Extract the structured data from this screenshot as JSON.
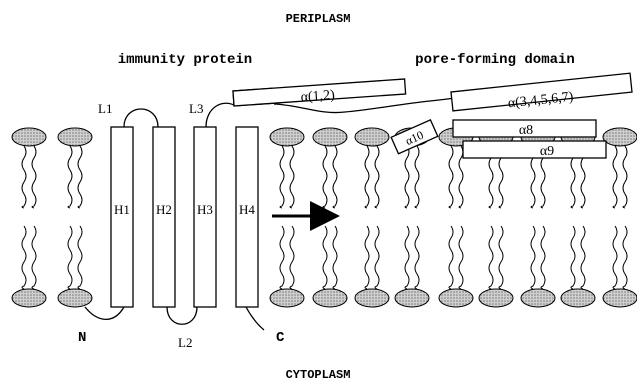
{
  "compartments": {
    "top": "PERIPLASM",
    "bottom": "CYTOPLASM"
  },
  "sections": {
    "left": "immunity protein",
    "right": "pore-forming domain"
  },
  "termini": {
    "n": "N",
    "c": "C"
  },
  "loops": {
    "l1": "L1",
    "l2": "L2",
    "l3": "L3"
  },
  "helices": {
    "h1": "H1",
    "h2": "H2",
    "h3": "H3",
    "h4": "H4"
  },
  "alpha_helices": {
    "a12": "α(1,2)",
    "a34567": "α(3,4,5,6,7)",
    "a8": "α8",
    "a9": "α9",
    "a10": "α10"
  },
  "colors": {
    "ink": "#000000",
    "lipid_head": "#bdbdbd",
    "background": "#ffffff"
  }
}
